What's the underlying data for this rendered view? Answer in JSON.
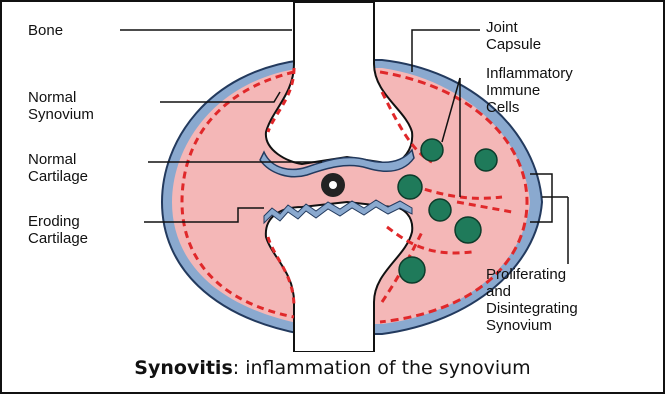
{
  "labels": {
    "bone": "Bone",
    "normal_synovium": [
      "Normal",
      "Synovium"
    ],
    "normal_cartilage": [
      "Normal",
      "Cartilage"
    ],
    "eroding_cartilage": [
      "Eroding",
      "Cartilage"
    ],
    "joint_capsule": [
      "Joint",
      "Capsule"
    ],
    "inflammatory_cells": [
      "Inflammatory",
      "Immune",
      "Cells"
    ],
    "proliferating": [
      "Proliferating",
      "and",
      "Disintegrating",
      "Synovium"
    ]
  },
  "caption": {
    "term": "Synovitis",
    "rest": ": inflammation of the synovium"
  },
  "colors": {
    "synovial_fluid": "#f4b7b7",
    "capsule": "#8aa9cf",
    "synovium_line": "#e0282a",
    "cell": "#1f7a5a",
    "bone": "#ffffff",
    "line": "#111111"
  }
}
